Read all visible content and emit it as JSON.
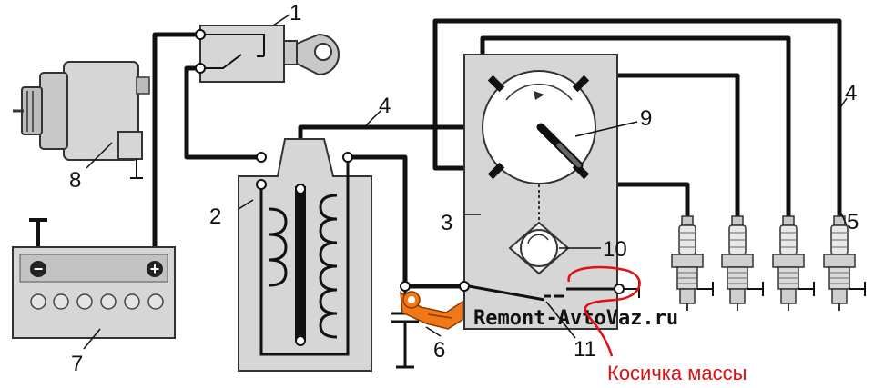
{
  "diagram": {
    "labels": {
      "ignition_switch": "1",
      "ignition_coil": "2",
      "distributor": "3",
      "hv_wire": "4",
      "spark_plug": "5",
      "capacitor": "6",
      "battery": "7",
      "generator": "8",
      "rotor": "9",
      "cam": "10",
      "breaker_contacts": "11"
    },
    "watermark": "Remont-AvtoVaz.ru",
    "annotation": "Косичка массы",
    "battery_minus": "−",
    "battery_plus": "+",
    "colors": {
      "line": "#111111",
      "body": "#d6d6d6",
      "annotation": "#e01010",
      "wrench": "#f07818"
    }
  }
}
